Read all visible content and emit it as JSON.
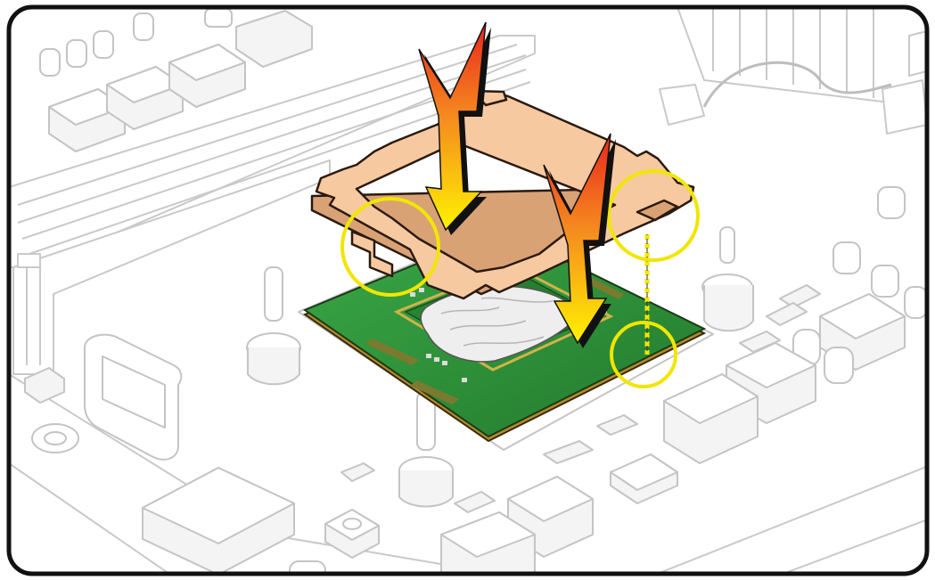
{
  "figure": {
    "description_free": true
  },
  "colors": {
    "board_outline": "#c9c9c9",
    "pcb_green": "#2f9a3a",
    "pcb_dark": "#1f6e27",
    "gold_trim": "#c9a23a",
    "frame_copper": "#f7c9a0",
    "frame_edge": "#d9a275",
    "callout_yellow": "#f1e600",
    "arrow_red": "#e8261c",
    "arrow_orange": "#f5891f",
    "arrow_yellow": "#fff200",
    "thermal_paste": "#e9e9e9",
    "border": "#111111"
  },
  "callouts": [
    {
      "name": "callout-left-latch"
    },
    {
      "name": "callout-right-latch"
    },
    {
      "name": "callout-alignment-notch"
    }
  ],
  "arrows": [
    {
      "name": "arrow-left-press"
    },
    {
      "name": "arrow-right-press"
    }
  ]
}
